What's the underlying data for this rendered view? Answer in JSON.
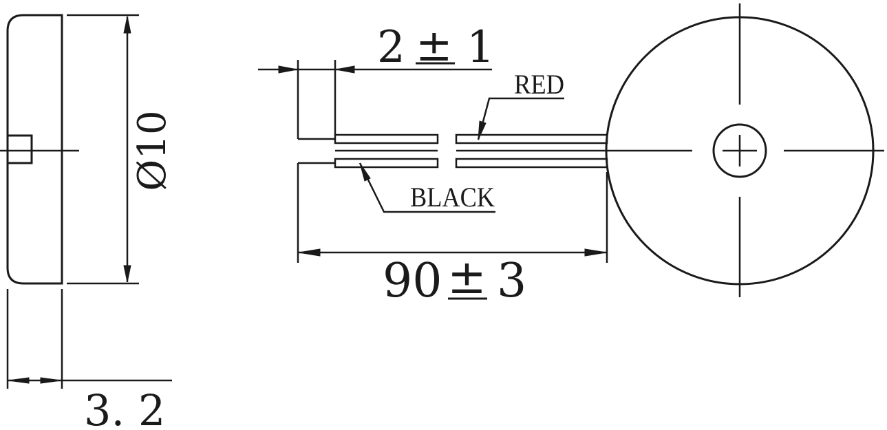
{
  "drawing": {
    "type": "technical-drawing",
    "subject": "piezo buzzer with wire leads",
    "colors": {
      "line": "#1a1a1a",
      "background": "#ffffff"
    }
  },
  "side_view": {
    "diameter_label": "Ø10",
    "thickness_label": "3. 2"
  },
  "wire_view": {
    "strip_length_label": "2±1",
    "strip_length_parts": {
      "value": "2",
      "sign": "±",
      "tol": "1"
    },
    "lead_length_label": "90±3",
    "lead_length_parts": {
      "value": "90",
      "sign": "±",
      "tol": "3"
    },
    "wire_labels": {
      "red": "RED",
      "black": "BLACK"
    }
  },
  "front_view": {
    "shape": "circle",
    "center_mark": "crosshair"
  }
}
